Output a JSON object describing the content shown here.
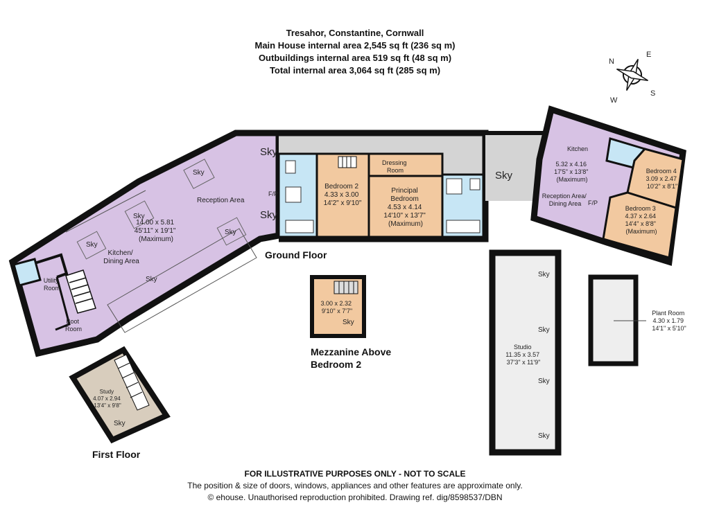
{
  "header": {
    "title": "Tresahor, Constantine, Cornwall",
    "main_area": "Main House internal area 2,545 sq ft (236 sq m)",
    "outbuildings_area": "Outbuildings internal area 519 sq ft (48 sq m)",
    "total_area": "Total internal area 3,064 sq ft (285 sq m)"
  },
  "compass": {
    "n": "N",
    "e": "E",
    "s": "S",
    "w": "W"
  },
  "floors": {
    "ground": "Ground Floor",
    "first": "First Floor",
    "mezzanine_line1": "Mezzanine Above",
    "mezzanine_line2": "Bedroom 2"
  },
  "sky": "Sky",
  "fp": "F/P",
  "rooms": {
    "reception_area": "Reception Area",
    "reception_dims": [
      "14.00 x 5.81",
      "45'11\" x 19'1\"",
      "(Maximum)"
    ],
    "kitchen_dining": [
      "Kitchen/",
      "Dining Area"
    ],
    "utility": [
      "Utility",
      "Room"
    ],
    "boot": [
      "Boot",
      "Room"
    ],
    "bedroom2": [
      "Bedroom 2",
      "4.33 x 3.00",
      "14'2\" x 9'10\""
    ],
    "dressing": [
      "Dressing",
      "Room"
    ],
    "principal": [
      "Principal",
      "Bedroom",
      "4.53 x 4.14",
      "14'10\" x 13'7\"",
      "(Maximum)"
    ],
    "kitchen": "Kitchen",
    "annex_dims": [
      "5.32 x 4.16",
      "17'5\" x 13'8\"",
      "(Maximum)"
    ],
    "annex_reception": [
      "Reception Area/",
      "Dining Area"
    ],
    "bedroom4": [
      "Bedroom 4",
      "3.09 x 2.47",
      "10'2\" x 8'1\""
    ],
    "bedroom3": [
      "Bedroom 3",
      "4.37 x 2.64",
      "14'4\" x 8'8\"",
      "(Maximum)"
    ],
    "mezzanine": [
      "3.00 x 2.32",
      "9'10\" x 7'7\""
    ],
    "studio": [
      "Studio",
      "11.35 x 3.57",
      "37'3\" x 11'9\""
    ],
    "plant": [
      "Plant Room",
      "4.30 x 1.79",
      "14'1\" x 5'10\""
    ],
    "study": [
      "Study",
      "4.07 x 2.94",
      "13'4\" x 9'8\""
    ]
  },
  "footer": {
    "disclaimer": "FOR ILLUSTRATIVE PURPOSES ONLY - NOT TO SCALE",
    "note": "The position & size of doors, windows, appliances and other features are approximate only.",
    "copyright": "© ehouse. Unauthorised reproduction prohibited. Drawing ref. dig/8598537/DBN"
  },
  "colors": {
    "reception": "#d7c2e4",
    "bedroom": "#f2c9a0",
    "bathroom": "#c7e6f5",
    "corridor": "#d4d4d4",
    "outbuilding": "#eeeeee",
    "study": "#d8cdbd",
    "wall": "#111111"
  }
}
